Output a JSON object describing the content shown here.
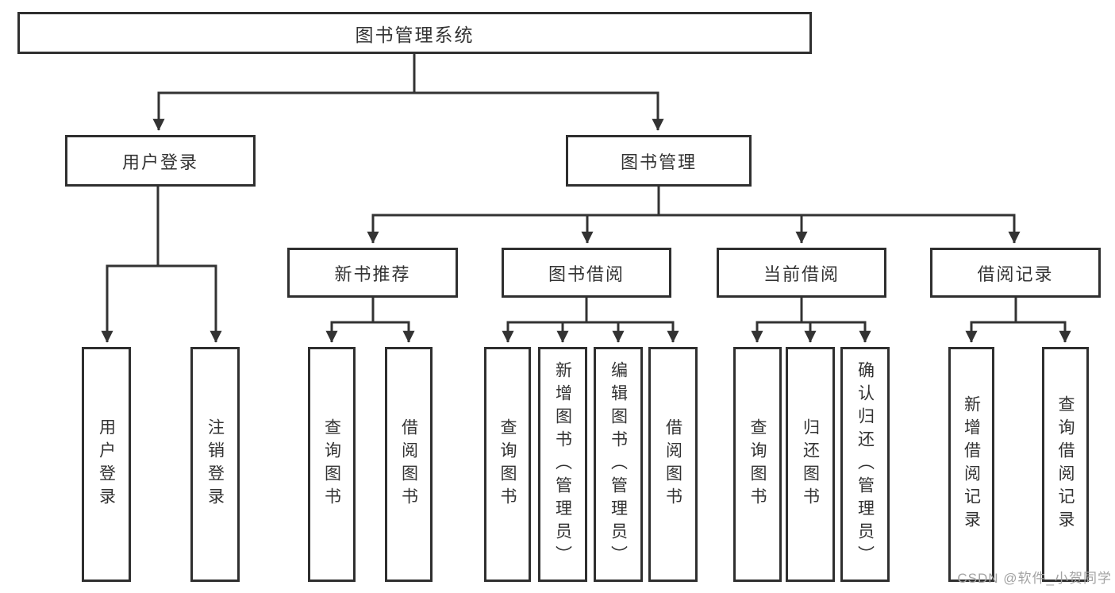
{
  "diagram": {
    "root": {
      "label": "图书管理系统"
    },
    "branches": [
      {
        "label": "用户登录",
        "children": [
          {
            "label": "用户登录"
          },
          {
            "label": "注销登录"
          }
        ]
      },
      {
        "label": "图书管理",
        "children": [
          {
            "label": "新书推荐",
            "children": [
              {
                "label": "查询图书"
              },
              {
                "label": "借阅图书"
              }
            ]
          },
          {
            "label": "图书借阅",
            "children": [
              {
                "label": "查询图书"
              },
              {
                "label": "新增图书（管理员）"
              },
              {
                "label": "编辑图书（管理员）"
              },
              {
                "label": "借阅图书"
              }
            ]
          },
          {
            "label": "当前借阅",
            "children": [
              {
                "label": "查询图书"
              },
              {
                "label": "归还图书"
              },
              {
                "label": "确认归还（管理员）"
              }
            ]
          },
          {
            "label": "借阅记录",
            "children": [
              {
                "label": "新增借阅记录"
              },
              {
                "label": "查询借阅记录"
              }
            ]
          }
        ]
      }
    ]
  },
  "watermark": {
    "text": "CSDN @软件_小贺同学"
  },
  "colors": {
    "line": "#333333",
    "text": "#333333",
    "watermark": "#a3a3a3",
    "background": "#ffffff"
  }
}
